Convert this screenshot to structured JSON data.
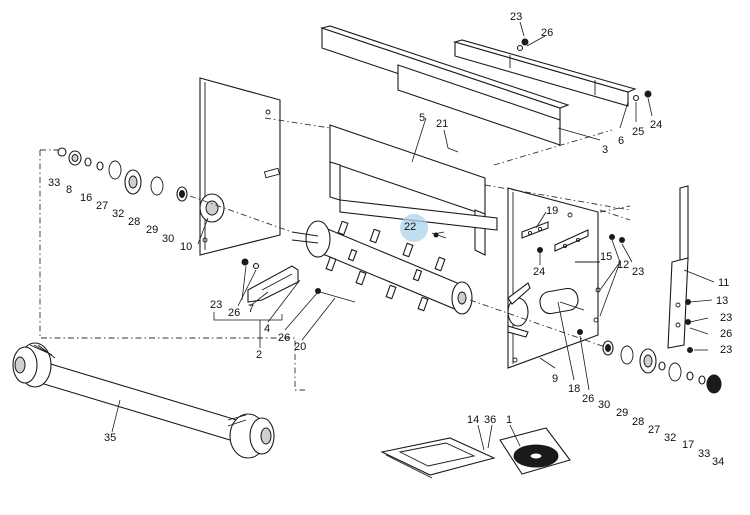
{
  "labels": {
    "l1": "1",
    "l2": "2",
    "l3": "3",
    "l4": "4",
    "l5": "5",
    "l6": "6",
    "l7": "7",
    "l8": "8",
    "l9": "9",
    "l10": "10",
    "l11": "11",
    "l12": "12",
    "l13": "13",
    "l14": "14",
    "l15": "15",
    "l16": "16",
    "l17": "17",
    "l18": "18",
    "l19": "19",
    "l20": "20",
    "l21": "21",
    "l22": "22",
    "l23": "23",
    "l24": "24",
    "l25": "25",
    "l26": "26",
    "l27": "27",
    "l28": "28",
    "l29": "29",
    "l30": "30",
    "l32": "32",
    "l33": "33",
    "l34": "34",
    "l35": "35",
    "l36": "36"
  },
  "highlight": {
    "part": "22",
    "color": "#a9d4ec"
  }
}
